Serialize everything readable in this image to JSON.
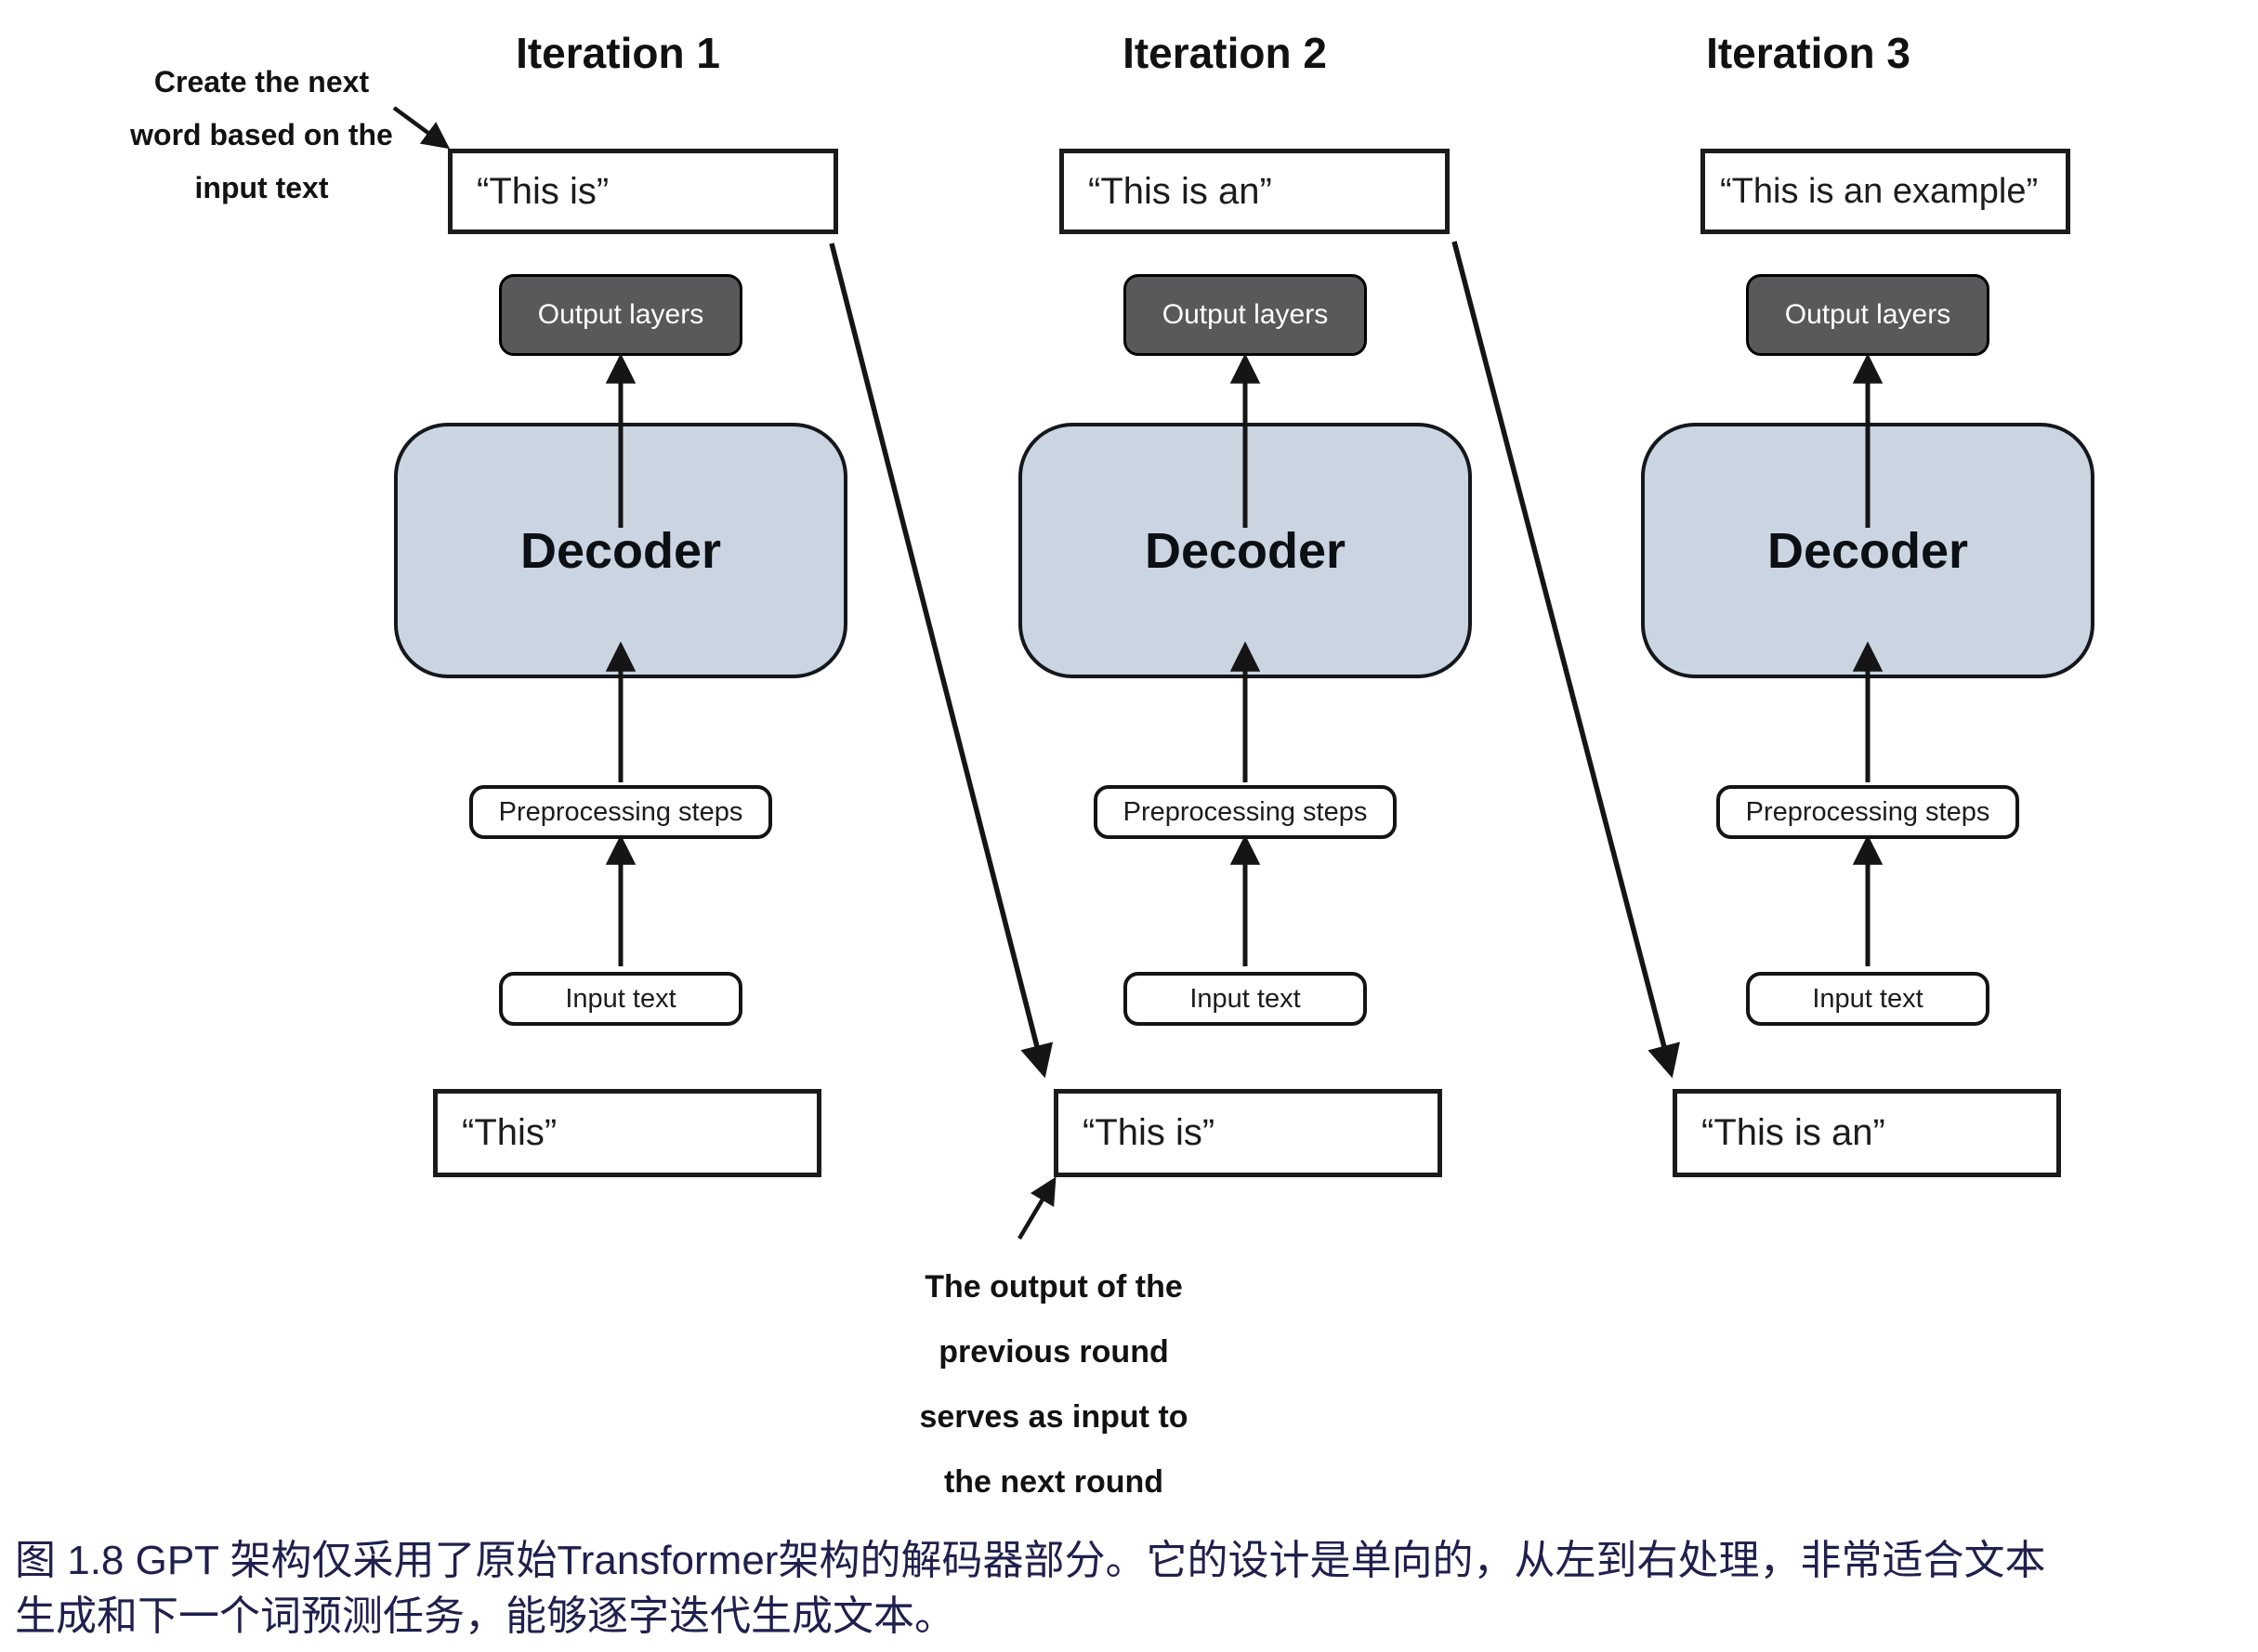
{
  "iterations": [
    {
      "title": "Iteration 1",
      "output_text": "“This is”",
      "output_layers": "Output layers",
      "decoder": "Decoder",
      "preprocessing": "Preprocessing steps",
      "input_label": "Input text",
      "input_text": "“This”"
    },
    {
      "title": "Iteration 2",
      "output_text": "“This is an”",
      "output_layers": "Output layers",
      "decoder": "Decoder",
      "preprocessing": "Preprocessing steps",
      "input_label": "Input text",
      "input_text": "“This is”"
    },
    {
      "title": "Iteration 3",
      "output_text": "“This is an example”",
      "output_layers": "Output layers",
      "decoder": "Decoder",
      "preprocessing": "Preprocessing steps",
      "input_label": "Input text",
      "input_text": "“This is an”"
    }
  ],
  "annotations": {
    "create_next": {
      "lines": [
        "Create the next",
        "word based on the",
        "input text"
      ]
    },
    "output_reuse": {
      "lines": [
        "The output of the",
        "previous round",
        "serves as input to",
        "the next round"
      ]
    }
  },
  "caption": {
    "line1": "图 1.8  GPT 架构仅采用了原始Transformer架构的解码器部分。它的设计是单向的，从左到右处理，非常适合文本",
    "line2": "生成和下一个词预测任务，能够逐字迭代生成文本。"
  },
  "colors": {
    "decoder_fill": "#cbd5e2",
    "output_layers_fill": "#59595b",
    "caption_text": "#20204e",
    "arrow_stroke": "#151515"
  }
}
